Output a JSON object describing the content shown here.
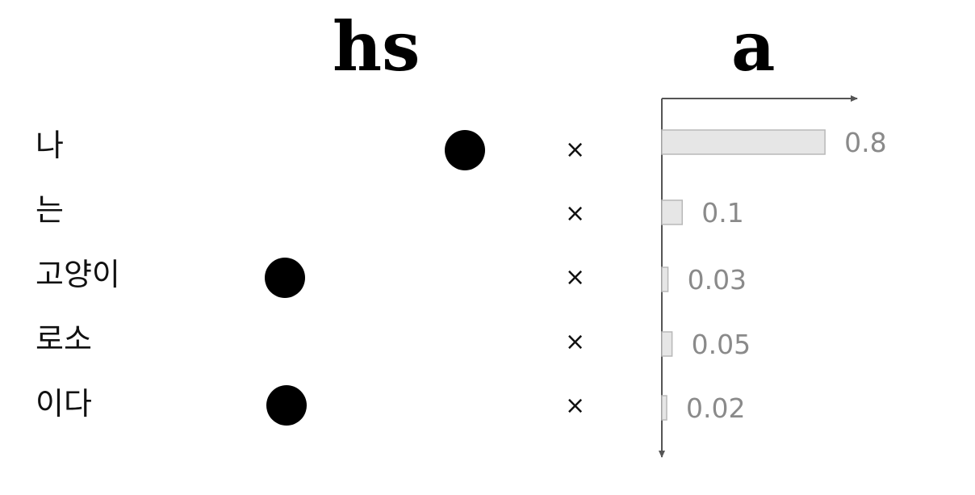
{
  "titles": {
    "left": "hs",
    "right": "a"
  },
  "rows": [
    {
      "word": "나",
      "dot_column": 2,
      "operator": "×"
    },
    {
      "word": "는",
      "dot_column": null,
      "operator": "×"
    },
    {
      "word": "고양이",
      "dot_column": 1,
      "operator": "×"
    },
    {
      "word": "로소",
      "dot_column": null,
      "operator": "×"
    },
    {
      "word": "이다",
      "dot_column": 1,
      "operator": "×"
    }
  ],
  "chart_data": {
    "type": "bar",
    "orientation": "horizontal",
    "categories": [
      "나",
      "는",
      "고양이",
      "로소",
      "이다"
    ],
    "values": [
      0.8,
      0.1,
      0.03,
      0.05,
      0.02
    ],
    "value_labels": [
      "0.8",
      "0.1",
      "0.03",
      "0.05",
      "0.02"
    ],
    "xlim": [
      0,
      0.95
    ],
    "bar_color": "#e6e6e6",
    "bar_edge_color": "#b8b8b8",
    "label_color": "#8a8a8a"
  }
}
